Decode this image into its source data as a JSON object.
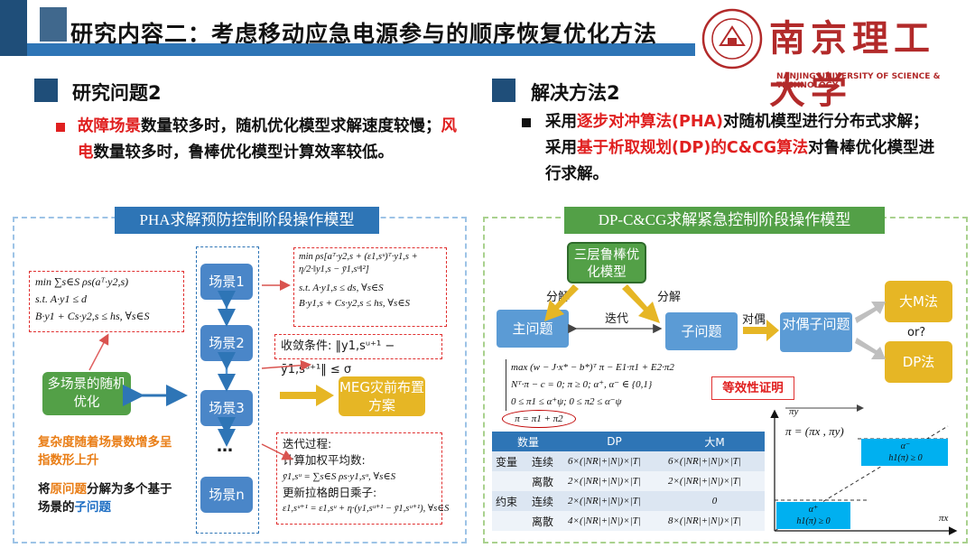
{
  "header": {
    "title": "研究内容二：考虑移动应急电源参与的顺序恢复优化方法",
    "university_cn": "南京理工大学",
    "university_en": "NANJING UNIVERSITY OF SCIENCE & TECHNOLOGY",
    "colors": {
      "bar_dark": "#1f4e79",
      "bar_light": "#2e75b6"
    }
  },
  "left_section": {
    "title": "研究问题2",
    "bullet": {
      "p1_red": "故障场景",
      "p2": "数量较多时，随机优化模型求解速度较慢；",
      "p3_red": "风电",
      "p4": "数量较多时，鲁棒优化模型计算效率较低。"
    }
  },
  "right_section": {
    "title": "解决方法2",
    "bullet": {
      "p1": "采用",
      "p2_red": "逐步对冲算法(PHA)",
      "p3": "对随机模型进行分布式求解；采用",
      "p4_red": "基于析取规划(DP)的C&CG算法",
      "p5": "对鲁棒优化模型进行求解。"
    }
  },
  "pha_panel": {
    "title": "PHA求解预防控制阶段操作模型",
    "model_lines": [
      "min ∑s∈S ρs(aᵀ·y2,s)",
      "s.t. A·y1 ≤ d",
      "B·y1 + Cs·y2,s ≤ hs, ∀s∈S"
    ],
    "multi_scene": "多场景的随机优化",
    "complexity": "复杂度随着场景数增多呈指数形上升",
    "decompose": {
      "p1": "将",
      "p2": "原问题",
      "p3": "分解为多个基于场景的",
      "p4": "子问题"
    },
    "scenes": [
      "场景1",
      "场景2",
      "场景3",
      "场景n"
    ],
    "ellipsis": "…",
    "sub_model_lines": [
      "min ρs[aᵀ·y2,s + (ε1,sᵘ)ᵀ·y1,s + η/2·‖y1,s − ȳ1,sᵘ‖²]",
      "s.t. A·y1,s ≤ ds, ∀s∈S",
      "B·y1,s + Cs·y2,s ≤ hs, ∀s∈S"
    ],
    "convergence": "收敛条件: ‖y1,sᵘ⁺¹ − ȳ1,sᵘ⁺¹‖ ≤ σ",
    "meg": "MEG灾前布置方案",
    "iter_title": "迭代过程:",
    "iter_avg": "计算加权平均数:",
    "iter_avg_eq": "ȳ1,sᵘ = ∑s∈S ρs·y1,sᵘ, ∀s∈S",
    "iter_update": "更新拉格朗日乘子:",
    "iter_update_eq": "ε1,sᵘ⁺¹ = ε1,sᵘ + η·(y1,sᵘ⁺¹ − ȳ1,sᵘ⁺¹), ∀s∈S"
  },
  "dp_panel": {
    "title": "DP-C&CG求解紧急控制阶段操作模型",
    "three_layer": "三层鲁棒优化模型",
    "split_left": "分解",
    "split_right": "分解",
    "master": "主问题",
    "sub": "子问题",
    "iterate": "迭代",
    "dual": "对偶",
    "dual_sub": "对偶子问题",
    "bigm": "大M法",
    "or": "or?",
    "dp": "DP法",
    "eqs": [
      "max (w − J·x* − b*)ᵀ π − E1·π1 + E2·π2",
      "Nᵀ·π − c = 0; π ≥ 0; α⁺, α⁻ ∈ {0,1}",
      "0 ≤ π1 ≤ α⁺ψ; 0 ≤ π2 ≤ α⁻ψ"
    ],
    "eq_circled": "π = π1 + π2",
    "equiv": "等效性证明",
    "table": {
      "header": [
        "数量",
        "DP",
        "大M"
      ],
      "rows": [
        {
          "group": "变量",
          "kind": "连续",
          "dp": "6×(|NR|+|N|)×|T|",
          "bigm": "6×(|NR|+|N|)×|T|"
        },
        {
          "group": "",
          "kind": "离散",
          "dp": "2×(|NR|+|N|)×|T|",
          "bigm": "2×(|NR|+|N|)×|T|"
        },
        {
          "group": "约束",
          "kind": "连续",
          "dp": "2×(|NR|+|N|)×|T|",
          "bigm": "0"
        },
        {
          "group": "",
          "kind": "离散",
          "dp": "4×(|NR|+|N|)×|T|",
          "bigm": "8×(|NR|+|N|)×|T|"
        }
      ]
    },
    "plot": {
      "y_axis": "πy",
      "x_axis": "πx",
      "pi_eq": "π = (πx , πy)",
      "upper_label": "α⁻",
      "upper_cond": "h1(π) ≥ 0",
      "lower_label": "α⁺",
      "lower_cond": "h1(π) ≥ 0"
    }
  }
}
